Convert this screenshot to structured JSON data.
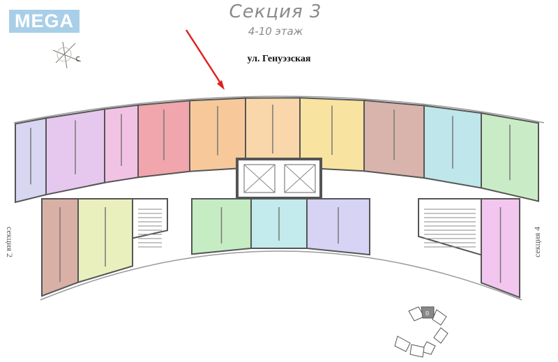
{
  "logo": {
    "text": "MEGA",
    "color": "#a9cfe8"
  },
  "header": {
    "title": "Секция 3",
    "subtitle": "4-10 этаж",
    "street": "ул. Генуэзская"
  },
  "side_labels": {
    "left": "секция 2",
    "right": "секция 4"
  },
  "arrow_color": "#e02020",
  "key_map": {
    "current_section": "0"
  },
  "top_units": [
    {
      "color": "#d9d6f2"
    },
    {
      "color": "#e6c8ee"
    },
    {
      "color": "#f2c2e4"
    },
    {
      "color": "#f0a6ac"
    },
    {
      "color": "#f7c99a"
    },
    {
      "color": "#f9d7aa"
    },
    {
      "color": "#f8e3a0"
    },
    {
      "color": "#d9b4ac"
    },
    {
      "color": "#bfe6ea"
    },
    {
      "color": "#c9ecc6"
    }
  ],
  "bottom_units": [
    {
      "color": "#d9b0a6"
    },
    {
      "color": "#eaf0bd"
    },
    {
      "color": "#ffffff"
    },
    {
      "color": "#c6ecc4"
    },
    {
      "color": "#c3eaec"
    },
    {
      "color": "#d7d3f4"
    },
    {
      "color": "#ffffff"
    },
    {
      "color": "#f2c6ee"
    },
    {
      "color": "#f8e2a0"
    }
  ]
}
